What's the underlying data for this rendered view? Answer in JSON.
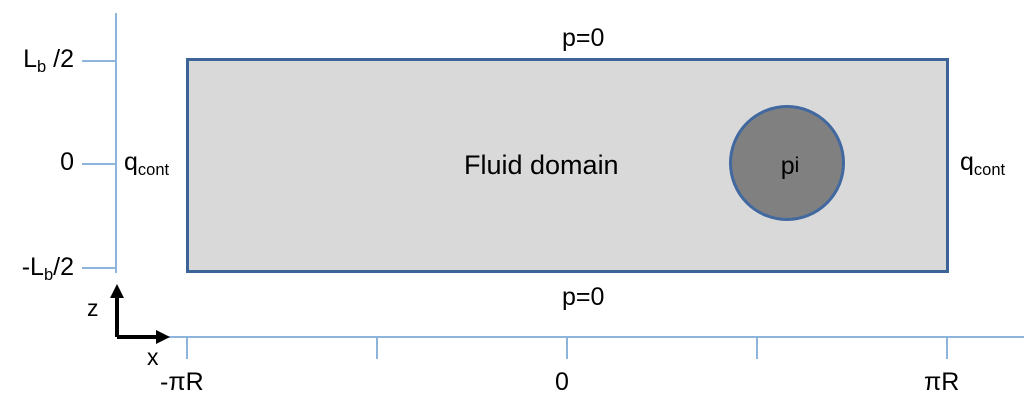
{
  "figure": {
    "domain_label": "Fluid domain",
    "inclusion_label": "p",
    "inclusion_label_sub": "i",
    "background_color": "#ffffff",
    "domain_fill": "#d9d9d9",
    "domain_stroke": "#3c6498",
    "inclusion_fill": "#808080",
    "inclusion_stroke": "#41699f",
    "axis_color": "#8eb4dc",
    "arrow_color": "#000000"
  },
  "boundary_conditions": {
    "top": "p=0",
    "bottom": "p=0",
    "left_main": "q",
    "left_sub": "cont",
    "right_main": "q",
    "right_sub": "cont"
  },
  "vertical_axis": {
    "name": "z",
    "ticks": [
      {
        "main": "L",
        "sub": "b",
        "suffix": " /2"
      },
      {
        "main": "0",
        "sub": "",
        "suffix": ""
      },
      {
        "main": "-L",
        "sub": "b",
        "suffix": "/2"
      }
    ]
  },
  "horizontal_axis": {
    "name": "x",
    "tick_labels": [
      "-πR",
      "0",
      "πR"
    ]
  }
}
